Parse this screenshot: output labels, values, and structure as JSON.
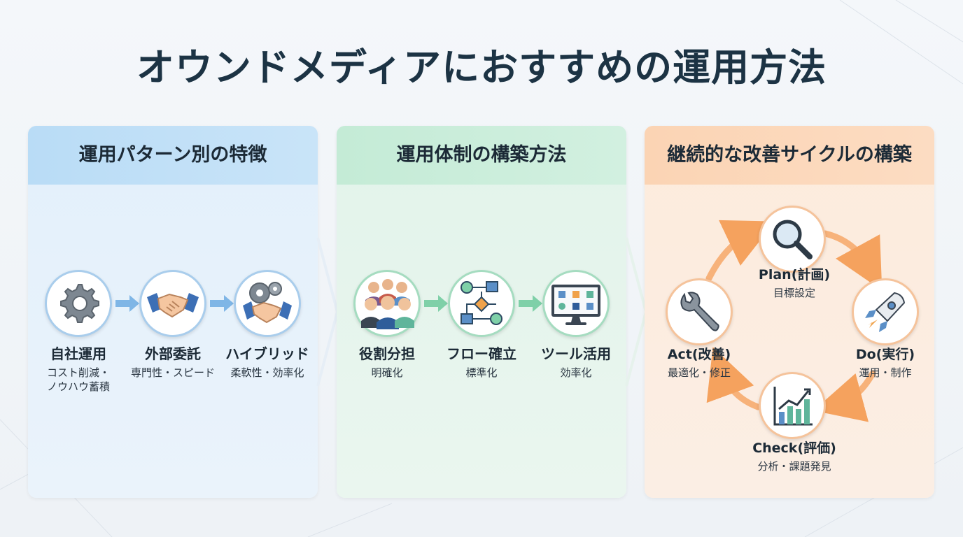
{
  "title": "オウンドメディアにおすすめの運用方法",
  "panels": [
    {
      "header": "運用パターン別の特徴",
      "items": [
        {
          "name": "自社運用",
          "sub": "コスト削減・ノウハウ蓄積",
          "icon": "gear-icon"
        },
        {
          "name": "外部委託",
          "sub": "専門性・スピード",
          "icon": "handshake-icon"
        },
        {
          "name": "ハイブリッド",
          "sub": "柔軟性・効率化",
          "icon": "gear-handshake-icon"
        }
      ]
    },
    {
      "header": "運用体制の構築方法",
      "items": [
        {
          "name": "役割分担",
          "sub": "明確化",
          "icon": "team-icon"
        },
        {
          "name": "フロー確立",
          "sub": "標準化",
          "icon": "flowchart-icon"
        },
        {
          "name": "ツール活用",
          "sub": "効率化",
          "icon": "monitor-icon"
        }
      ]
    },
    {
      "header": "継続的な改善サイクルの構築",
      "cycle": [
        {
          "name": "Plan(計画)",
          "sub": "目標設定",
          "icon": "magnifier-icon"
        },
        {
          "name": "Do(実行)",
          "sub": "運用・制作",
          "icon": "rocket-icon"
        },
        {
          "name": "Check(評価)",
          "sub": "分析・課題発見",
          "icon": "bar-chart-icon"
        },
        {
          "name": "Act(改善)",
          "sub": "最適化・修正",
          "icon": "wrench-icon"
        }
      ]
    }
  ],
  "colors": {
    "title": "#1c3344",
    "blue_accent": "#7fb6e6",
    "green_accent": "#7fd0a8",
    "orange_accent": "#f5a25e"
  }
}
